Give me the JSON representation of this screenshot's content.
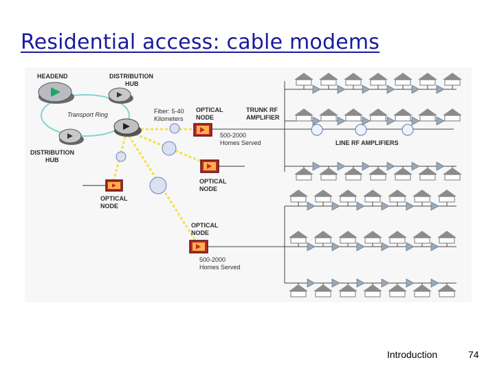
{
  "slide": {
    "title": "Residential access: cable modems",
    "footer_label": "Introduction",
    "page_number": "74"
  },
  "diagram": {
    "headend": "HEADEND",
    "hub_top_line1": "DISTRIBUTION",
    "hub_top_line2": "HUB",
    "hub_left_line1": "DISTRIBUTION",
    "hub_left_line2": "HUB",
    "transport_ring": "Transport Ring",
    "fiber_line1": "Fiber: 5-40",
    "fiber_line2": "Kilometers",
    "node1_line1": "OPTICAL",
    "node1_line2": "NODE",
    "trunk_line1": "TRUNK RF",
    "trunk_line2": "AMPLIFIER",
    "homes1_line1": "500-2000",
    "homes1_line2": "Homes Served",
    "line_rf": "LINE RF AMPLIFIERS",
    "node2_line1": "OPTICAL",
    "node2_line2": "NODE",
    "node3_line1": "OPTICAL",
    "node3_line2": "NODE",
    "node4_line1": "OPTICAL",
    "node4_line2": "NODE",
    "homes4_line1": "500-2000",
    "homes4_line2": "Homes Served",
    "colors": {
      "title": "#1a1a9c",
      "fiber": "#f2e24a",
      "ring": "#7fd6cf",
      "trunk": "#2b5aa8",
      "amp": "#9aa9b8",
      "house": "#8c8c8c",
      "node_body": "#ffb347"
    }
  }
}
